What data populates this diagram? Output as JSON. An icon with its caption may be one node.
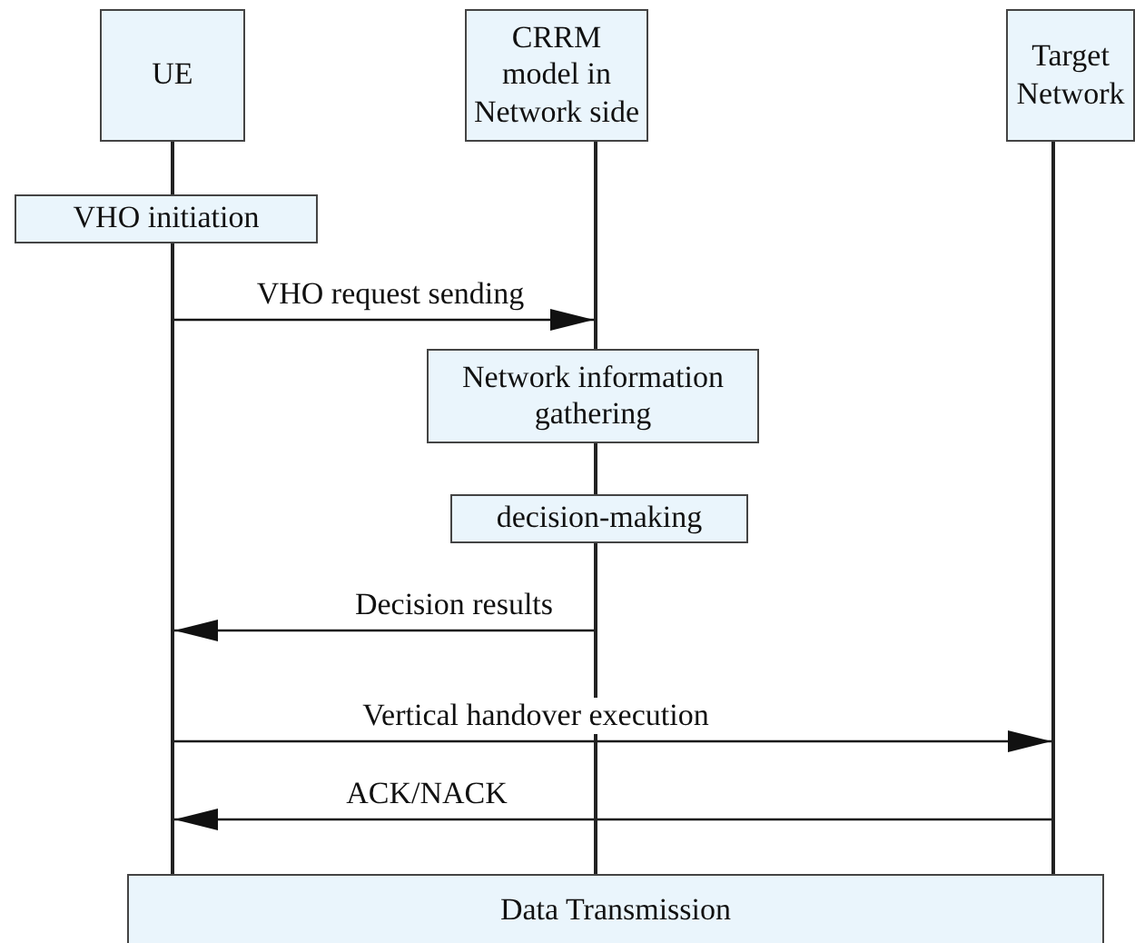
{
  "diagram": {
    "nodes": [
      {
        "text": [
          "UE"
        ]
      },
      {
        "text": [
          "CRRM model in Network side"
        ]
      },
      {
        "text": [
          "Target Network"
        ]
      },
      {
        "text": [
          "VHO initiation"
        ]
      },
      {
        "text": [
          "Network information gathering"
        ]
      },
      {
        "text": [
          "decision-making"
        ]
      },
      {
        "text": [
          "Data Transmission"
        ]
      },
      {
        "text": [],
        "shape": "line"
      },
      {
        "text": [],
        "shape": "line"
      },
      {
        "text": [],
        "shape": "line"
      }
    ],
    "edges": [
      {
        "from": 7,
        "to": 8,
        "arrow": "to",
        "label": "VHO request sending"
      },
      {
        "from": 8,
        "to": 7,
        "arrow": "to",
        "label": "Decision results"
      },
      {
        "from": 7,
        "to": 9,
        "arrow": "to",
        "label": "Vertical handover execution"
      },
      {
        "from": 9,
        "to": 7,
        "arrow": "to",
        "label": "ACK/NACK"
      }
    ]
  }
}
